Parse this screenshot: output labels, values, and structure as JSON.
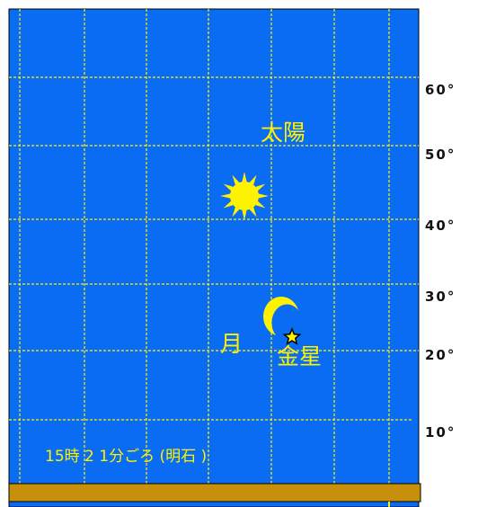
{
  "colors": {
    "sky": "#0a6cf2",
    "grid": "#fff200",
    "ground": "#c8900a",
    "label": "#fff200",
    "axis_text": "#111111"
  },
  "labels": {
    "sun": "太陽",
    "moon": "月",
    "venus": "金星",
    "caption": "15時 2 1分ごろ (明石 )"
  },
  "altitude_scale": {
    "unit": "°",
    "ticks": [
      {
        "label": "60°",
        "deg": 60
      },
      {
        "label": "50°",
        "deg": 50
      },
      {
        "label": "40°",
        "deg": 40
      },
      {
        "label": "30°",
        "deg": 30
      },
      {
        "label": "20°",
        "deg": 20
      },
      {
        "label": "10°",
        "deg": 10
      }
    ]
  },
  "icons": {
    "sun": "sun-icon",
    "moon": "crescent-moon-icon",
    "venus": "star-icon"
  }
}
